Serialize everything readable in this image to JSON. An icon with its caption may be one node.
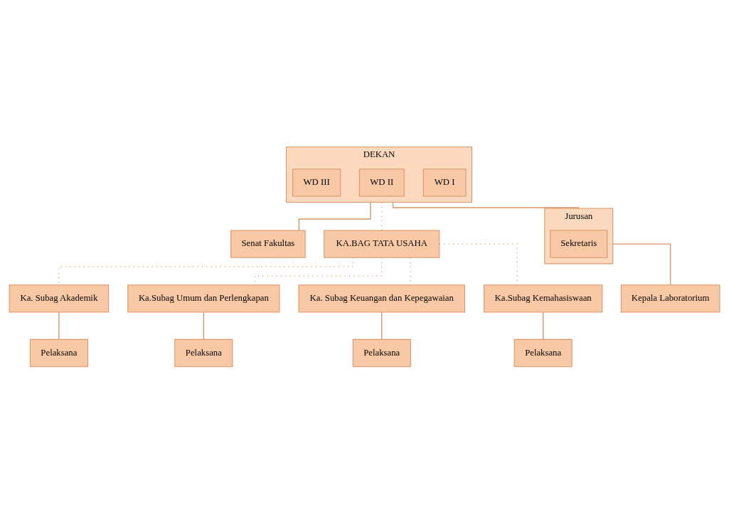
{
  "diagram": {
    "nodes": [
      {
        "text": [
          "DEKAN"
        ]
      },
      {
        "text": [
          "WD I"
        ],
        "in": 0
      },
      {
        "text": [
          "WD II"
        ],
        "in": 0
      },
      {
        "text": [
          "WD III"
        ],
        "in": 0
      },
      {
        "text": [
          "Senat Fakultas"
        ]
      },
      {
        "text": [
          "KA.BAG TATA USAHA"
        ]
      },
      {
        "text": [
          "Ka. Subag Akademik"
        ]
      },
      {
        "text": [
          "Ka.Subag Umum dan Perlengkapan"
        ]
      },
      {
        "text": [
          "Ka. Subag Keuangan dan Kepegawaian"
        ]
      },
      {
        "text": [
          "Ka.Subag Kemahasiswaan"
        ]
      },
      {
        "text": [
          "Pelaksana"
        ]
      },
      {
        "text": [
          "Pelaksana"
        ]
      },
      {
        "text": [
          "Pelaksana"
        ]
      },
      {
        "text": [
          "Pelaksana"
        ]
      },
      {
        "text": [
          "Jurusan"
        ]
      },
      {
        "text": [
          "Sekretaris"
        ],
        "in": 14
      },
      {
        "text": [
          "Kepala Laboratorium"
        ]
      }
    ],
    "edges": [
      {
        "from": 0,
        "to": 4,
        "arrow": "none"
      },
      {
        "from": 0,
        "to": 14,
        "arrow": "none"
      },
      {
        "from": 0,
        "to": 5,
        "arrow": "none",
        "style": "dashed"
      },
      {
        "from": 5,
        "to": 6,
        "arrow": "none",
        "style": "dashed"
      },
      {
        "from": 5,
        "to": 7,
        "arrow": "none",
        "style": "dashed"
      },
      {
        "from": 5,
        "to": 8,
        "arrow": "none",
        "style": "dashed"
      },
      {
        "from": 5,
        "to": 9,
        "arrow": "none",
        "style": "dashed"
      },
      {
        "from": 6,
        "to": 10,
        "arrow": "none"
      },
      {
        "from": 7,
        "to": 11,
        "arrow": "none"
      },
      {
        "from": 8,
        "to": 12,
        "arrow": "none"
      },
      {
        "from": 9,
        "to": 13,
        "arrow": "none"
      },
      {
        "from": 14,
        "to": 16,
        "arrow": "none"
      }
    ]
  }
}
